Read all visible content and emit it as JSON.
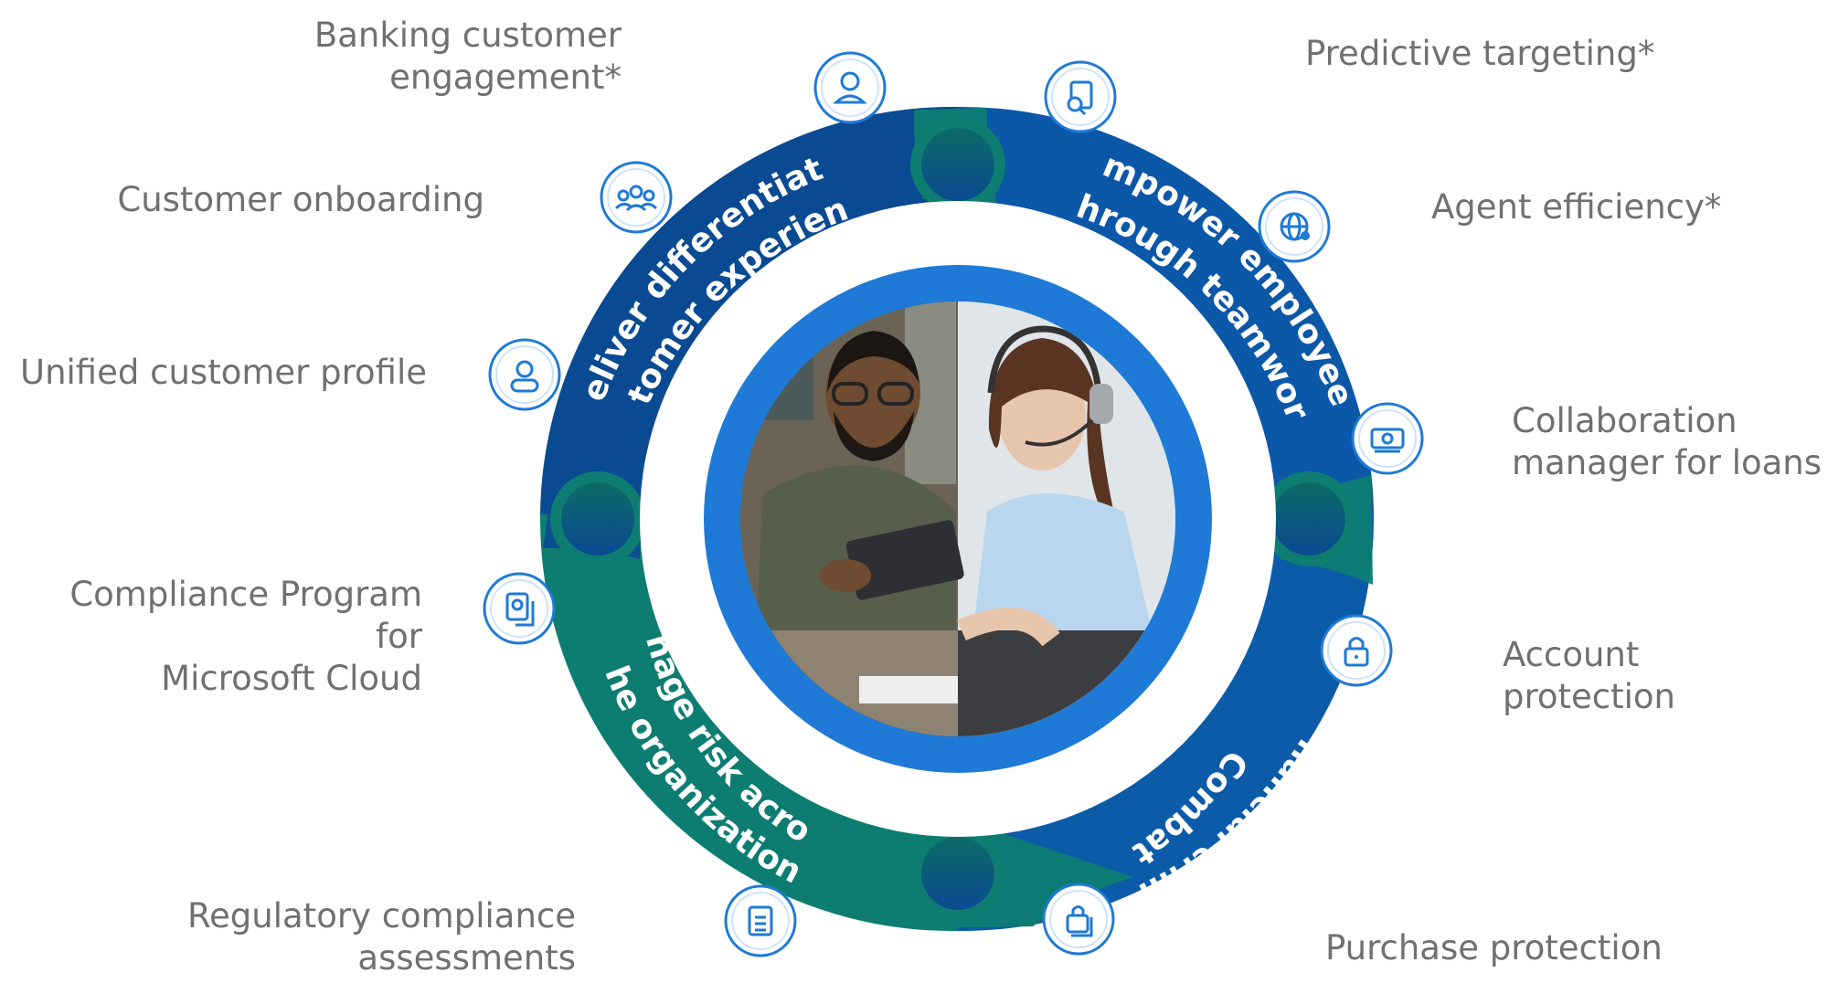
{
  "segments": [
    {
      "key": "customer",
      "lines": [
        "Deliver differentiated",
        "customer experiences"
      ]
    },
    {
      "key": "employees",
      "lines": [
        "Empower employees",
        "through teamwork"
      ]
    },
    {
      "key": "crime",
      "lines": [
        "Combat",
        "financial crime"
      ]
    },
    {
      "key": "risk",
      "lines": [
        "Manage risk across",
        "the organization"
      ]
    }
  ],
  "capabilities": [
    {
      "key": "banking",
      "text": "Banking customer\nengagement*",
      "icon": "person-icon"
    },
    {
      "key": "onboarding",
      "text": "Customer onboarding",
      "icon": "people-group-icon"
    },
    {
      "key": "profile",
      "text": "Unified customer profile",
      "icon": "profile-icon"
    },
    {
      "key": "compliance",
      "text": "Compliance Program for\nMicrosoft Cloud",
      "icon": "document-icon"
    },
    {
      "key": "regulatory",
      "text": "Regulatory compliance\nassessments",
      "icon": "clipboard-icon"
    },
    {
      "key": "predictive",
      "text": "Predictive targeting*",
      "icon": "document-search-icon"
    },
    {
      "key": "agent",
      "text": "Agent efficiency*",
      "icon": "globe-person-icon"
    },
    {
      "key": "collab",
      "text": "Collaboration\nmanager for loans",
      "icon": "money-icon"
    },
    {
      "key": "account",
      "text": "Account protection",
      "icon": "lock-icon"
    },
    {
      "key": "purchase",
      "text": "Purchase protection",
      "icon": "bag-lock-icon"
    }
  ],
  "colors": {
    "navy": "#0a4a92",
    "blue": "#1464b4",
    "teal": "#0d7d72",
    "bright": "#1e7ad6",
    "label": "#707070",
    "white": "#ffffff"
  }
}
